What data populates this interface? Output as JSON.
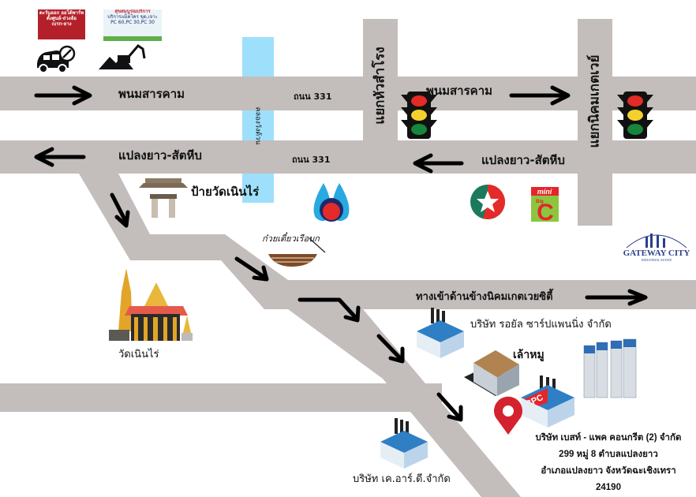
{
  "roads": {
    "top_left_label": "พนมสารคาม",
    "top_right_label": "พนมสารคาม",
    "lower_left_label": "แปลงยาว-สัตหีบ",
    "lower_right_label": "แปลงยาว-สัตหีบ",
    "route_top": "ถนน 331",
    "route_lower": "ถนน 331",
    "junction_hua_samrong": "แยกหัวสำโรง",
    "junction_gateway": "แยกนิคมเกตเวย์",
    "canal": "คลองวังด้วน",
    "side_entrance": "ทางเข้าด้านข้างนิคมเกตเวยซิตี้"
  },
  "landmarks": {
    "temple_sign": "ป้ายวัดเนินไร่",
    "temple": "วัดเนินไร่",
    "noodle_shop": "ก๋วยเตี๋ยวเรือบก",
    "royal_sharp": "บริษัท รอยัล ซาร์ปแพนนิ่ง จำกัด",
    "pig_farm": "เล้าหมู",
    "krd": "บริษัท เค.อาร์.ดี.จำกัด",
    "gateway_logo_title": "GATEWAY CITY",
    "gateway_logo_sub": "INDUSTRIAL ESTATE",
    "minibigc_top": "mini",
    "minibigc_mid": "Big",
    "minibigc_c": "C",
    "bpc_logo": "BPC"
  },
  "signs": {
    "garage_line1": "ตะวันออก ออโต้พาร์ท",
    "garage_line2": "ตั้งศูนย์-ถ่วงล้อ",
    "garage_line3": "เบรก-ยาง",
    "service_title": "สุขสมบูรณ์บริการ",
    "service_line1": "บริการแม็คโคร ขุด,เจาะ",
    "service_line2": "PC 60,PC 30,PC 30"
  },
  "destination": {
    "company": "บริษัท เบสท์ - แพค คอนกรีต (2) จำกัด",
    "address_line1": "299 หมู่ 8 ตำบลแปลงยาว",
    "address_line2": "อำเภอแปลงยาว จังหวัดฉะเชิงเทรา",
    "postcode": "24190"
  },
  "colors": {
    "road": "#c3bdbc",
    "canal": "#9ee0fb",
    "pin": "#d4222f",
    "arrow": "#000000"
  }
}
